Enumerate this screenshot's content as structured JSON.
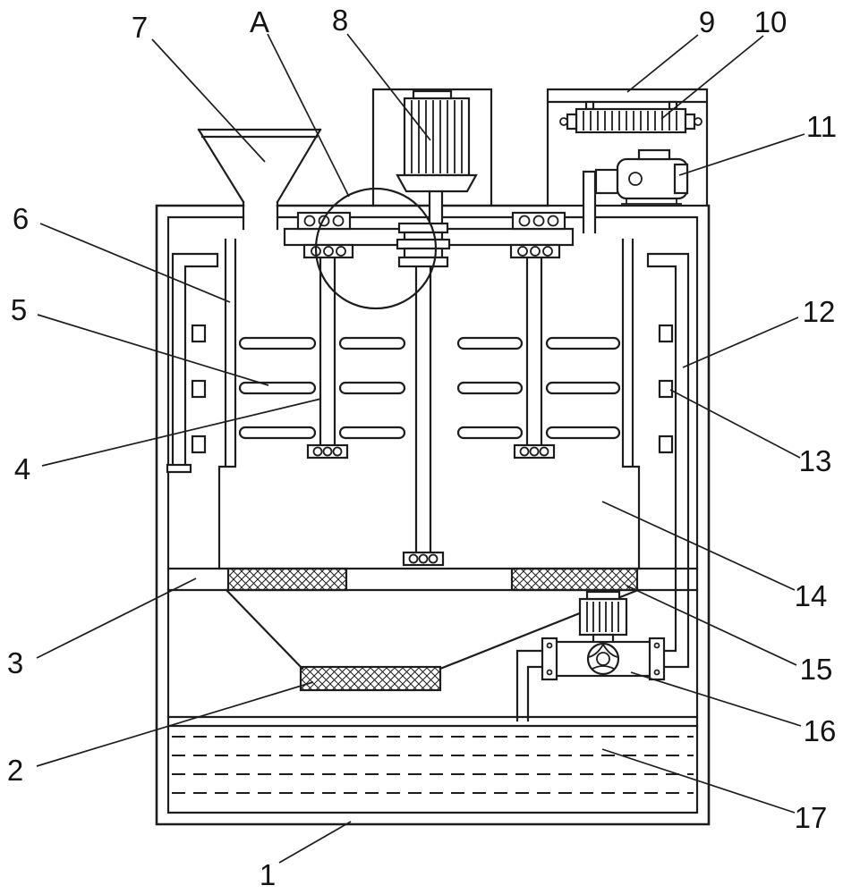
{
  "figure": {
    "background": "#ffffff",
    "ink": "#1d1d1d"
  },
  "labels": [
    {
      "ref": "7"
    },
    {
      "ref": "A"
    },
    {
      "ref": "8"
    },
    {
      "ref": "9"
    },
    {
      "ref": "10"
    },
    {
      "ref": "11"
    },
    {
      "ref": "6"
    },
    {
      "ref": "5"
    },
    {
      "ref": "12"
    },
    {
      "ref": "4"
    },
    {
      "ref": "13"
    },
    {
      "ref": "14"
    },
    {
      "ref": "3"
    },
    {
      "ref": "15"
    },
    {
      "ref": "2"
    },
    {
      "ref": "16"
    },
    {
      "ref": "17"
    },
    {
      "ref": "1"
    }
  ]
}
